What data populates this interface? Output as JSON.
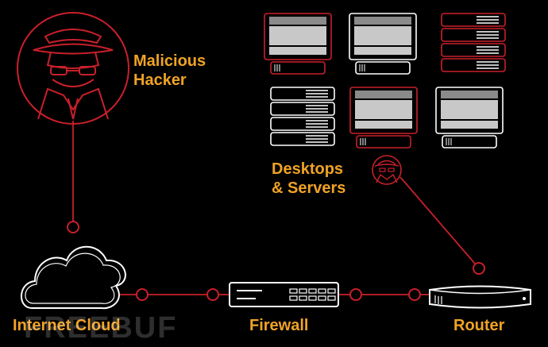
{
  "colors": {
    "accent": "#c8202a",
    "label": "#f0a325",
    "line": "#ffffff",
    "background": "#000000",
    "panel_fill": "#c8c8c8"
  },
  "nodes": {
    "hacker": {
      "label_line1": "Malicious",
      "label_line2": "Hacker",
      "icon": "spy-icon"
    },
    "desktops": {
      "label_line1": "Desktops",
      "label_line2": "& Servers",
      "infected_icon": "spy-icon"
    },
    "cloud": {
      "label": "Internet Cloud",
      "icon": "cloud-icon"
    },
    "firewall": {
      "label": "Firewall",
      "icon": "firewall-icon"
    },
    "router": {
      "label": "Router",
      "icon": "router-icon"
    }
  },
  "watermark": "FREEBUF"
}
